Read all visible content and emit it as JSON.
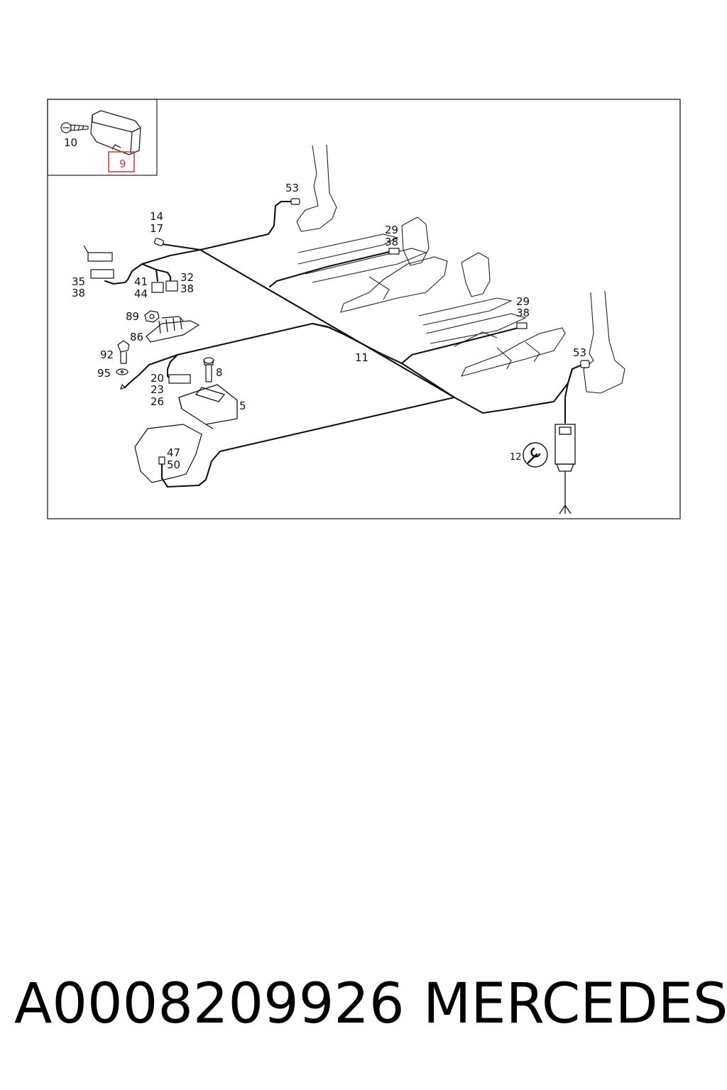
{
  "diagram": {
    "callouts": {
      "c10": "10",
      "c9": "9",
      "c53a": "53",
      "c14": "14",
      "c17": "17",
      "c29a": "29",
      "c38a": "38",
      "c35": "35",
      "c38b": "38",
      "c41": "41",
      "c44": "44",
      "c32": "32",
      "c38c": "38",
      "c89": "89",
      "c86": "86",
      "c92": "92",
      "c95": "95",
      "c20": "20",
      "c23": "23",
      "c26": "26",
      "c8": "8",
      "c5": "5",
      "c11": "11",
      "c29b": "29",
      "c38d": "38",
      "c53b": "53",
      "c12": "12",
      "c47": "47",
      "c50": "50"
    },
    "highlight_color": "#e23b3b"
  },
  "footer": {
    "part_number": "A0008209926",
    "brand": "MERCEDES"
  }
}
